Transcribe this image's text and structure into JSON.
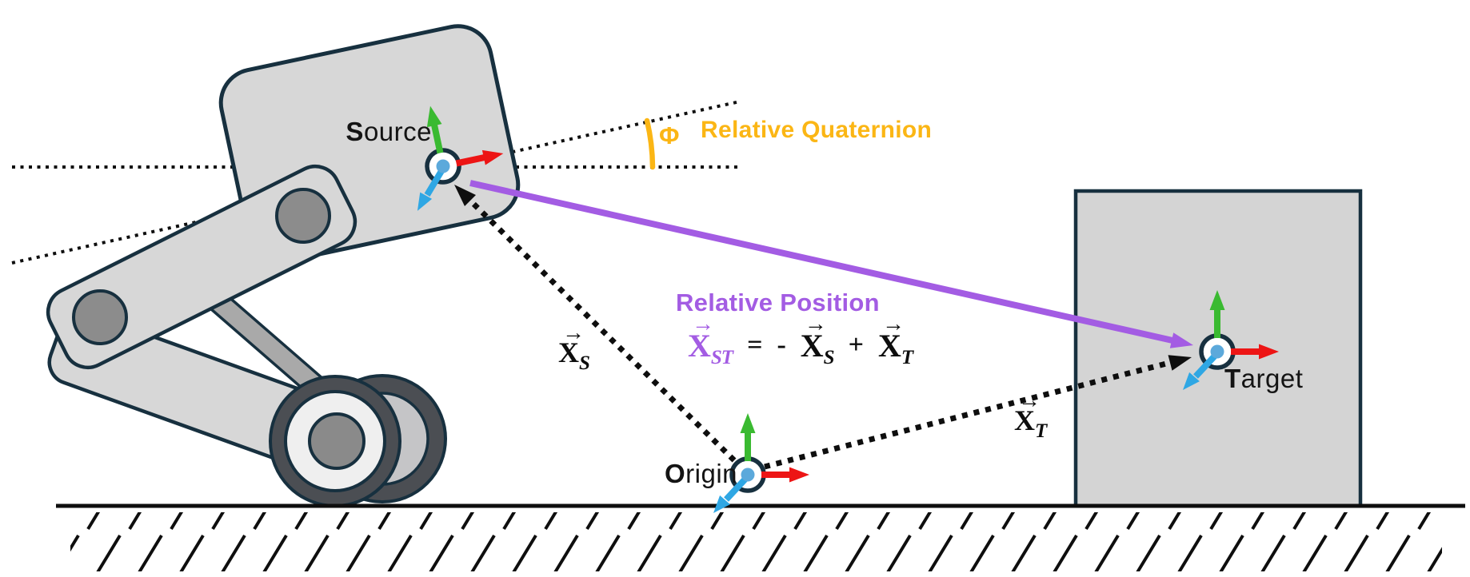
{
  "diagram": {
    "source_label": {
      "first": "S",
      "rest": "ource"
    },
    "origin_label": {
      "first": "O",
      "rest": "rigin"
    },
    "target_label": {
      "first": "T",
      "rest": "arget"
    },
    "quaternion": {
      "symbol": "Φ",
      "label": "Relative Quaternion"
    },
    "relative_position": {
      "label": "Relative Position"
    },
    "vec_arrow": "→",
    "formula": {
      "lhs_base": "X",
      "lhs_sub": "ST",
      "eq": "=",
      "minus": "-",
      "s_base": "X",
      "s_sub": "S",
      "plus": "+",
      "t_base": "X",
      "t_sub": "T"
    },
    "xs_label": {
      "base": "X",
      "sub": "S"
    },
    "xt_label": {
      "base": "X",
      "sub": "T"
    }
  },
  "colors": {
    "amber": "#FBB615",
    "purple": "#A35CE3",
    "axis_green": "#3ABA31",
    "axis_red": "#ED1515",
    "axis_blue": "#2FA7E4",
    "dot_blue": "#5CA9DB",
    "outline": "#17303F",
    "ink": "#0E0E0E",
    "machine_fill": "#D7D7D7",
    "joint_fill": "#8C8C8C",
    "strut_fill": "#A9A9A9",
    "tire_fill": "#4B4E53",
    "wheel_face": "#EFEFEF",
    "wheel_rear_face": "#C5C5C7",
    "hub_fill": "#8A8A8A",
    "box_fill": "#D4D4D4"
  }
}
